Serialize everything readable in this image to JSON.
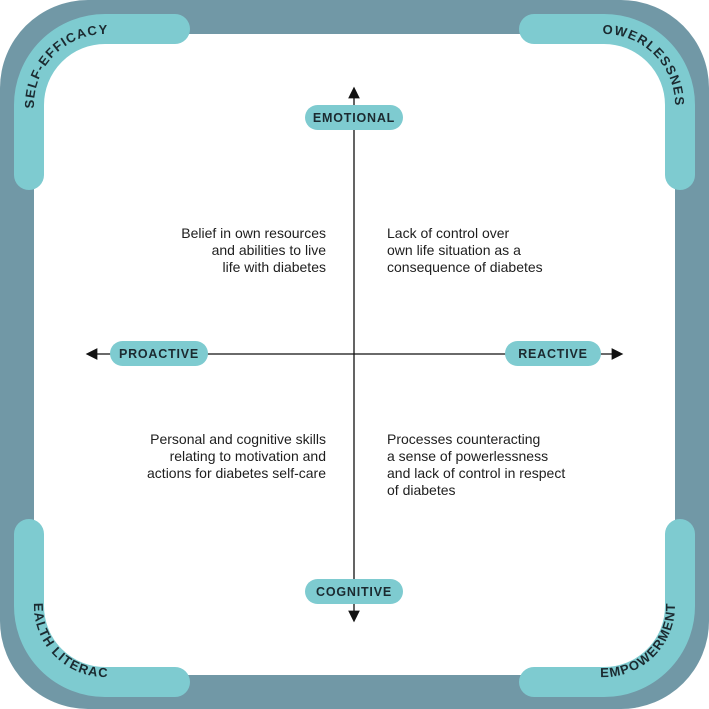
{
  "colors": {
    "frame": "#7198a6",
    "accent": "#7ecbd0",
    "ink": "#1b2a30",
    "axis": "#111111"
  },
  "corners": {
    "top_left": "SELF-EFFICACY",
    "top_right": "POWERLESSNESS",
    "bottom_left": "HEALTH LITERACY",
    "bottom_right": "EMPOWERMENT"
  },
  "axes": {
    "top": "EMOTIONAL",
    "bottom": "COGNITIVE",
    "left": "PROACTIVE",
    "right": "REACTIVE"
  },
  "quadrants": {
    "top_left": "Belief in own resources\nand abilities to live\nlife with diabetes",
    "top_right": "Lack of control over\nown life situation as a\nconsequence of diabetes",
    "bottom_left": "Personal and cognitive skills\nrelating to motivation and\nactions for diabetes self-care",
    "bottom_right": "Processes counteracting\na sense of powerlessness\nand lack of control in respect\nof diabetes"
  }
}
